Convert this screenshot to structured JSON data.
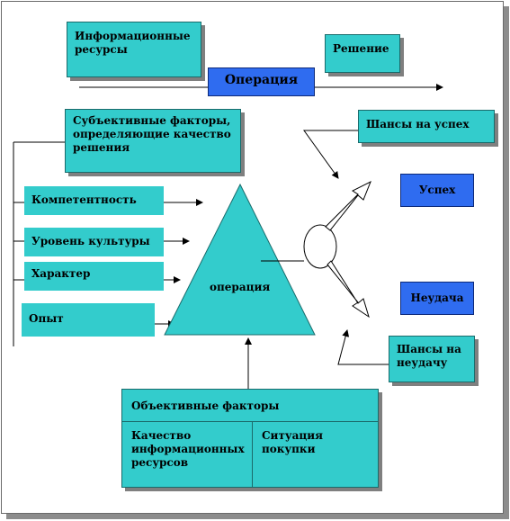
{
  "resources": {
    "label": "Информационные ресурсы"
  },
  "operation_top": {
    "label": "Операция"
  },
  "decision": {
    "label": "Решение"
  },
  "subjective": {
    "label": "Субъективные факторы, определяющие качество решения"
  },
  "factors": [
    {
      "label": "Компетентность"
    },
    {
      "label": "Уровень культуры"
    },
    {
      "label": "Характер"
    },
    {
      "label": "Опыт"
    }
  ],
  "triangle": {
    "label": "операция"
  },
  "chance_success": {
    "label": "Шансы на успех"
  },
  "success": {
    "label": "Успех"
  },
  "failure": {
    "label": "Неудача"
  },
  "chance_failure": {
    "label": "Шансы на неудачу"
  },
  "objective": {
    "title": "Объективные факторы",
    "left": "Качество информационных ресурсов",
    "right": "Ситуация покупки"
  },
  "colors": {
    "teal": "#33cccc",
    "blue": "#2f6cf0"
  }
}
